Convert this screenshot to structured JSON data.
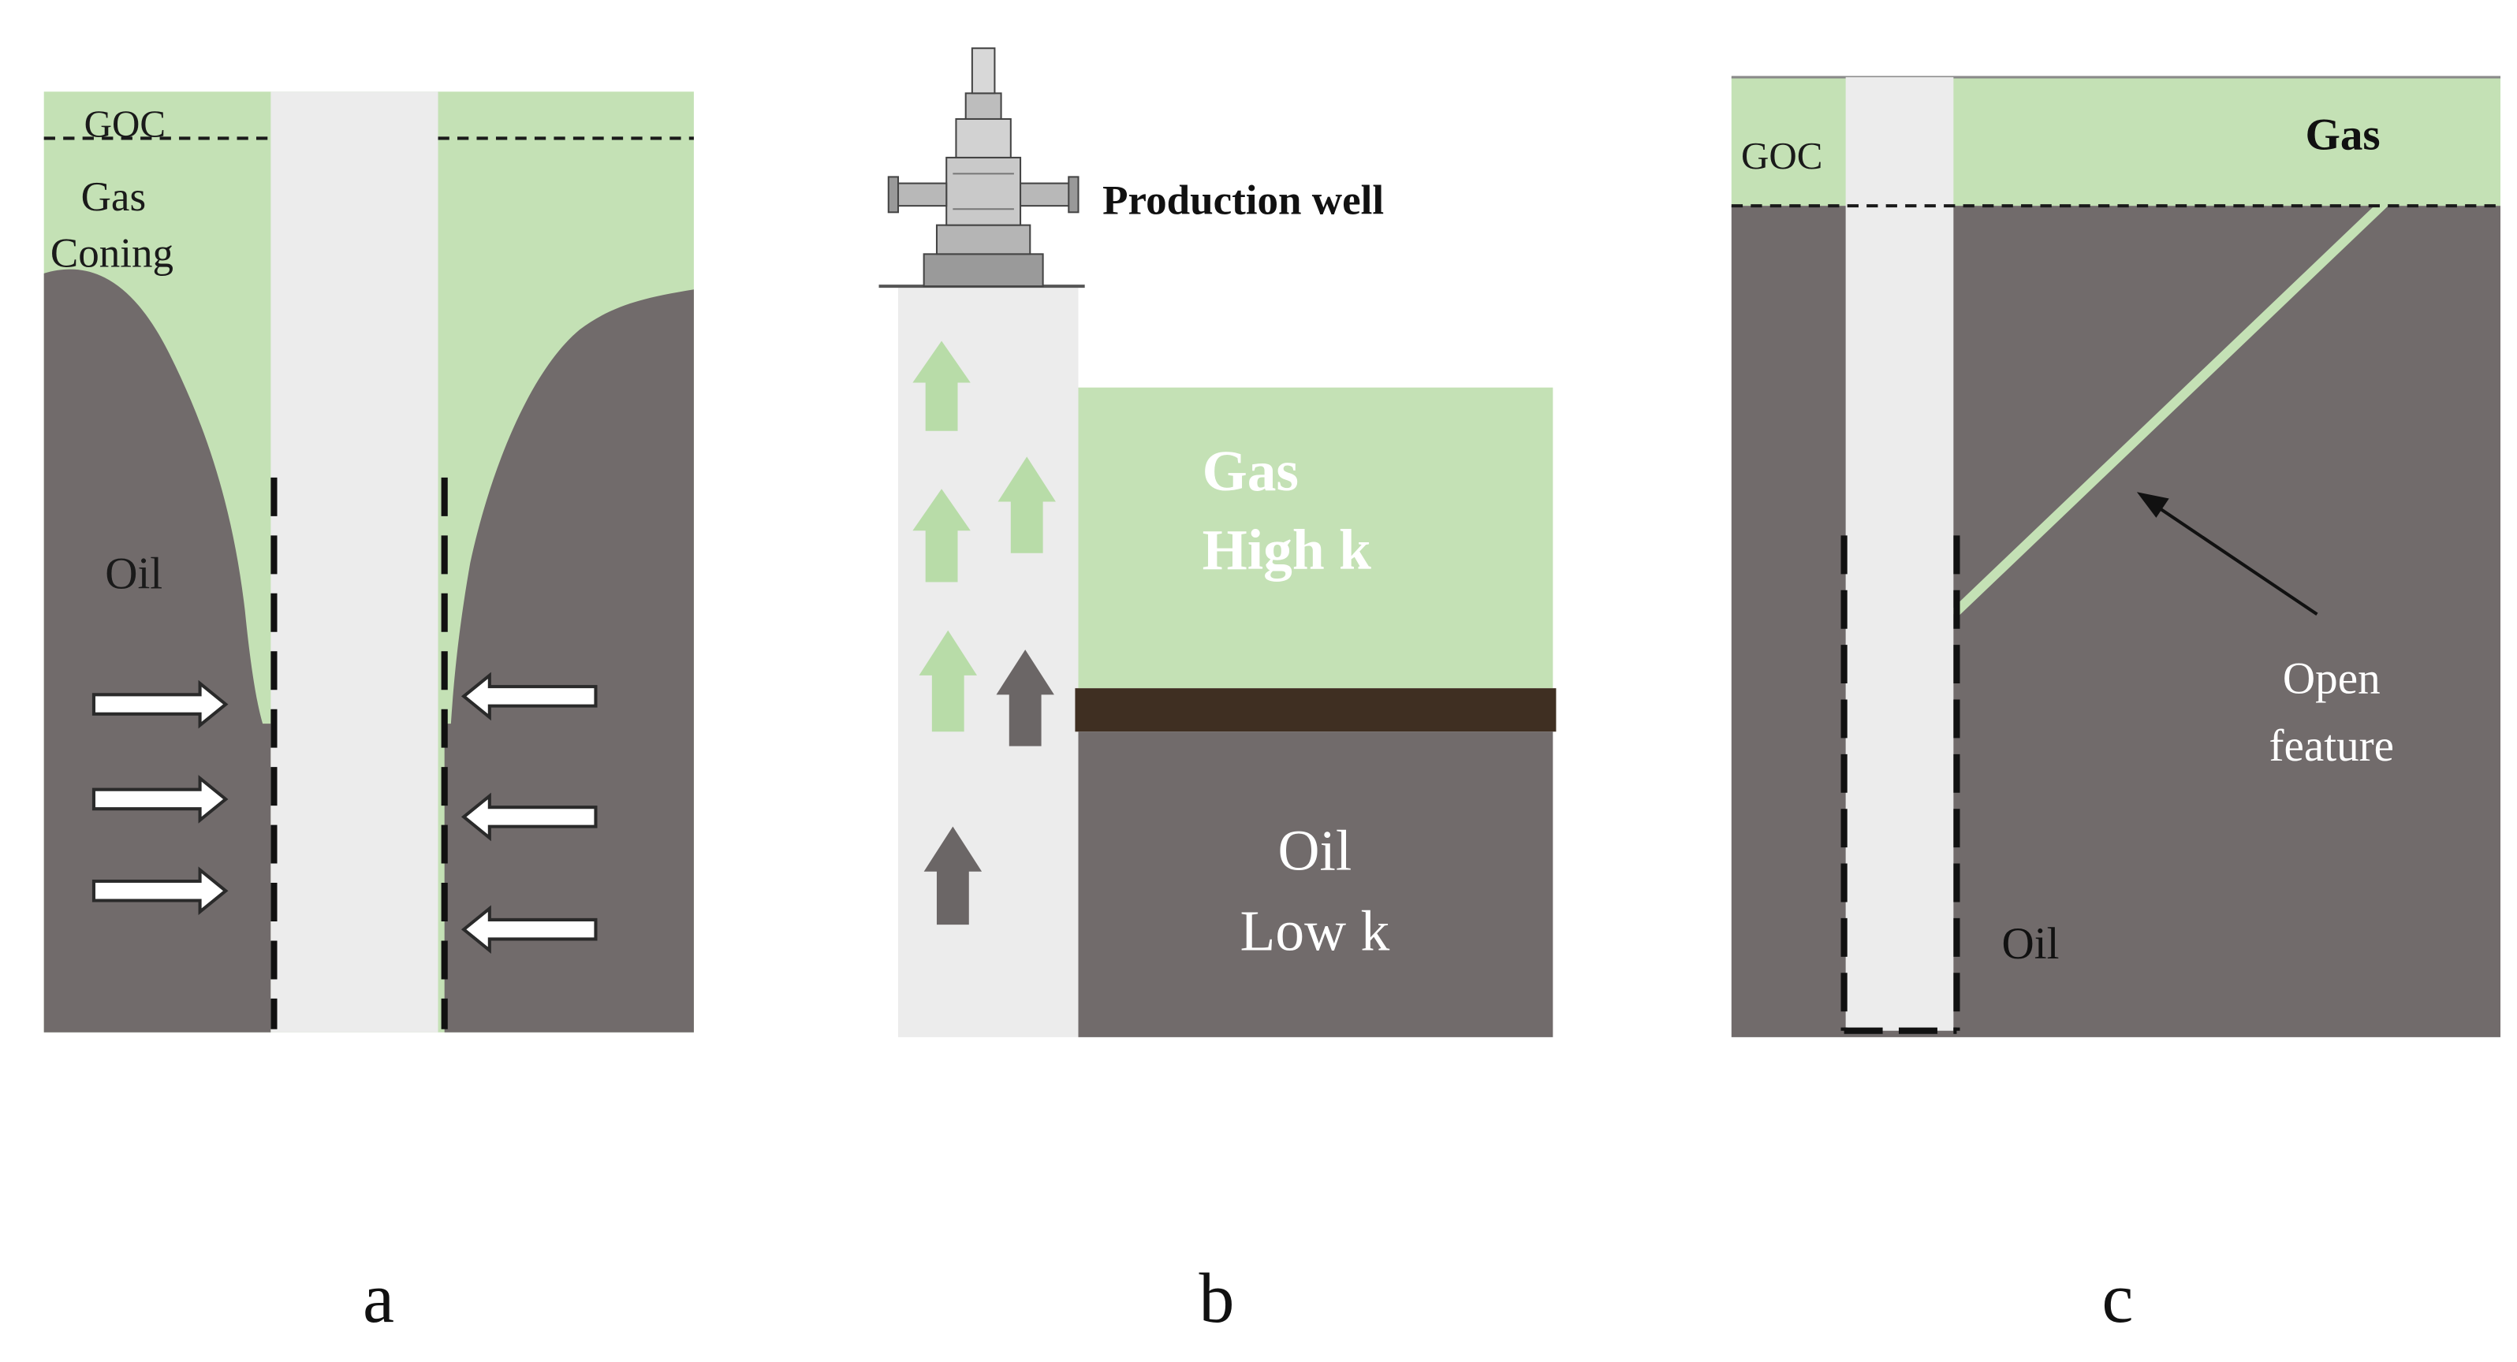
{
  "colors": {
    "gas": "#c4e1b5",
    "oil": "#716b6b",
    "well": "#ececec",
    "shale": "#3f2f22",
    "dark_text": "#1a1a1a",
    "light_text": "#ffffff",
    "gas_arrow": "#b8dca8",
    "oil_arrow": "#6b6666"
  },
  "panel_a": {
    "caption": "a",
    "goc_label": "GOC",
    "gas_coning_label_line1": "Gas",
    "gas_coning_label_line2": "Coning",
    "oil_label": "Oil"
  },
  "panel_b": {
    "caption": "b",
    "wellhead_icon": "wellhead-icon",
    "production_well_label": "Production well",
    "gas_label": "Gas",
    "gas_perm_label": "High k",
    "oil_label": "Oil",
    "oil_perm_label": "Low k"
  },
  "panel_c": {
    "caption": "c",
    "goc_label": "GOC",
    "gas_label": "Gas",
    "open_feature_label_line1": "Open",
    "open_feature_label_line2": "feature",
    "oil_label": "Oil"
  }
}
